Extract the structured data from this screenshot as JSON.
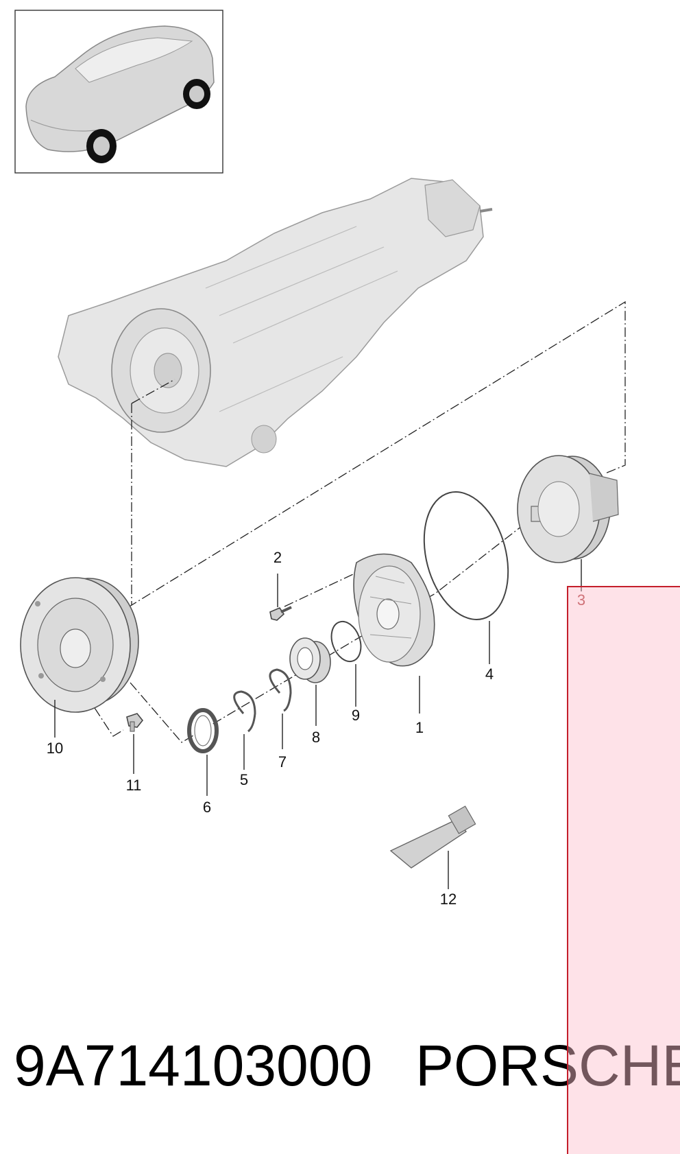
{
  "callouts": {
    "c1": "1",
    "c2": "2",
    "c3": "3",
    "c4": "4",
    "c5": "5",
    "c6": "6",
    "c7": "7",
    "c8": "8",
    "c9": "9",
    "c10": "10",
    "c11": "11",
    "c12": "12"
  },
  "footer": {
    "part_number": "9A714103000",
    "brand": "PORSCHE"
  },
  "colors": {
    "overlay_fill": "#fce0e6",
    "overlay_border": "#c41e2a"
  },
  "icons": {
    "vehicle": "suv-thumbnail-icon",
    "transmission": "transmission-housing-icon",
    "grease_tube": "grease-tube-icon"
  }
}
